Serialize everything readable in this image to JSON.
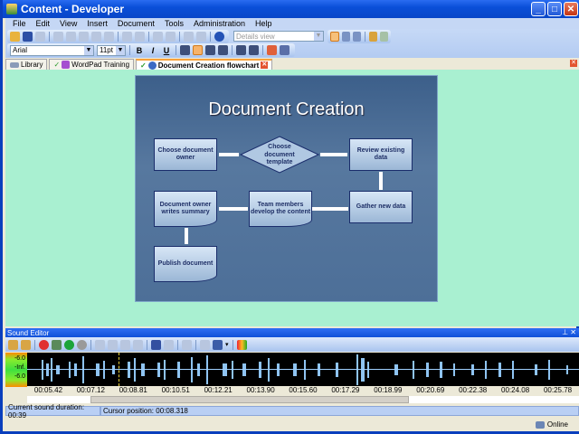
{
  "window": {
    "title": "Content - Developer",
    "controls": [
      "minimize",
      "maximize",
      "close"
    ]
  },
  "menu": [
    "File",
    "Edit",
    "View",
    "Insert",
    "Document",
    "Tools",
    "Administration",
    "Help"
  ],
  "toolbar": {
    "view_combo": "Details view",
    "font": "Arial",
    "size": "11pt",
    "format_buttons": [
      "B",
      "I",
      "U"
    ]
  },
  "tabs": [
    {
      "label": "Library",
      "active": false
    },
    {
      "label": "WordPad Training",
      "active": false
    },
    {
      "label": "Document Creation flowchart",
      "active": true
    }
  ],
  "slide": {
    "title": "Document Creation",
    "nodes": [
      "Choose document owner",
      "Choose document template",
      "Review existing data",
      "Gather new data",
      "Team members develop the content",
      "Document owner writes summary",
      "Publish document"
    ]
  },
  "sound_editor": {
    "title": "Sound Editor",
    "meter": [
      "-6.0",
      "-Inf.",
      "-6.0"
    ],
    "timeline": [
      "00:05.42",
      "00:07.12",
      "00:08.81",
      "00:10.51",
      "00:12.21",
      "00:13.90",
      "00:15.60",
      "00:17.29",
      "00:18.99",
      "00:20.69",
      "00:22.38",
      "00:24.08",
      "00:25.78"
    ],
    "status_duration": "Current sound duration: 00:39",
    "status_cursor": "Cursor position: 00:08.318"
  },
  "statusbar": {
    "online": "Online"
  }
}
